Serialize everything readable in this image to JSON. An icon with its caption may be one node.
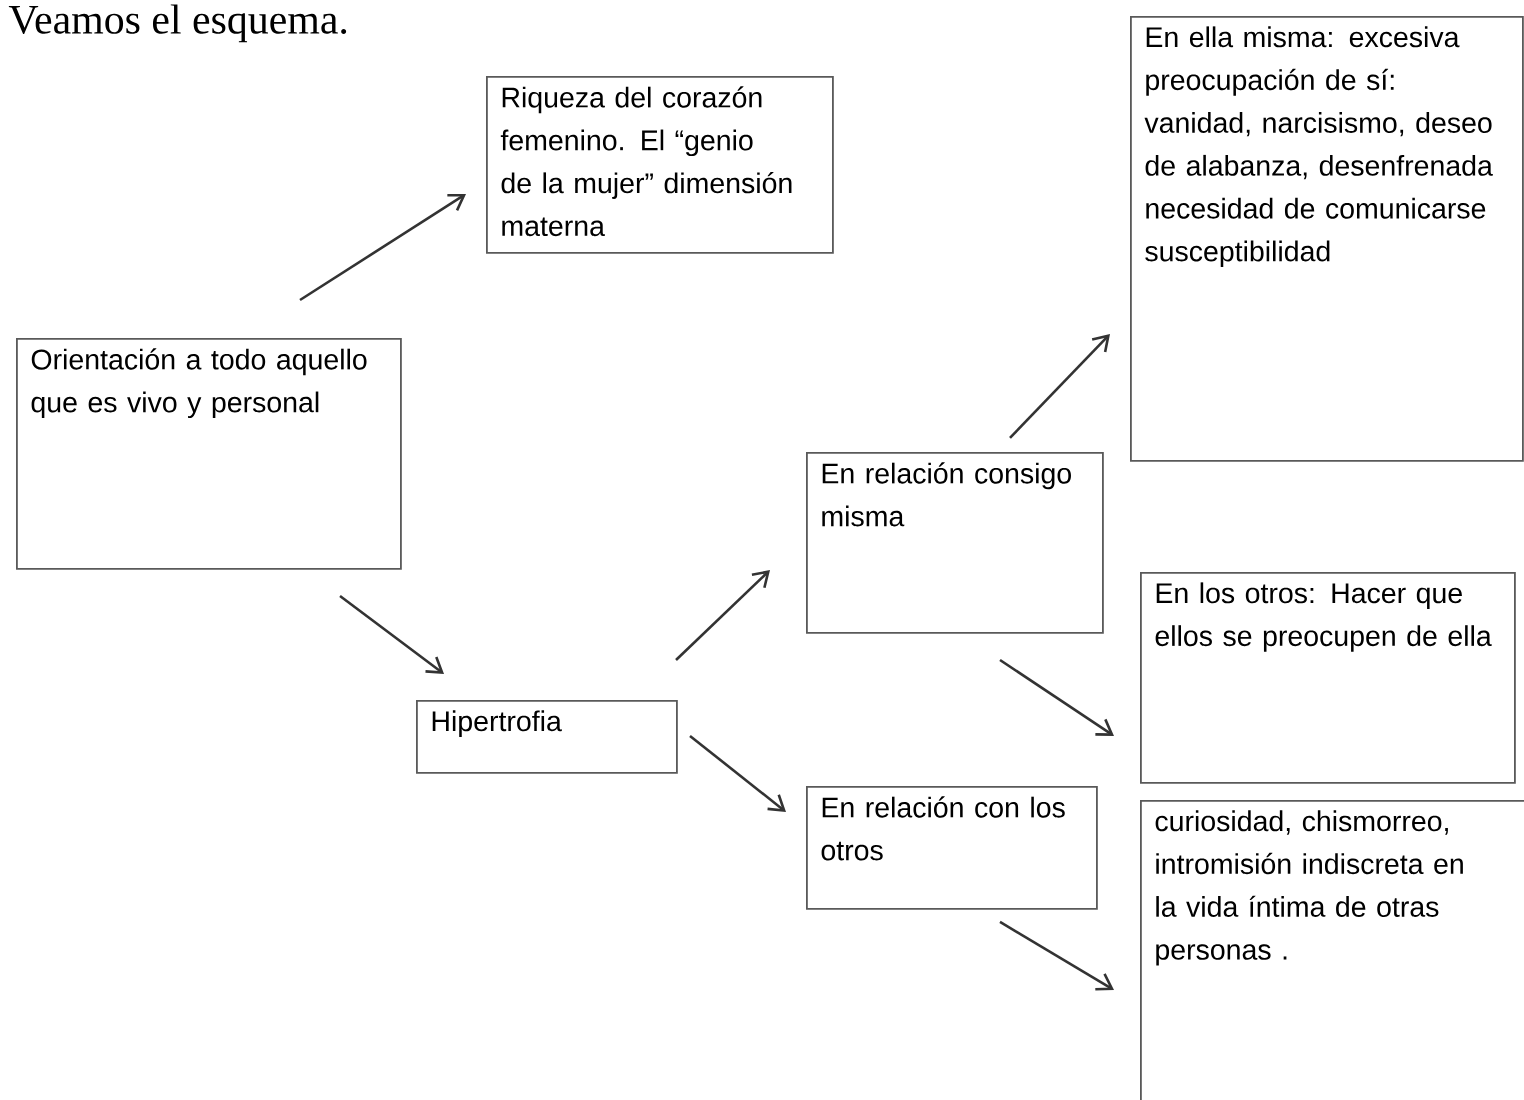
{
  "diagram": {
    "title": "Veamos el esquema.",
    "nodes": [
      {
        "text": [
          "Riqueza del corazón femenino. El “genio de la mujer” dimensión materna"
        ]
      },
      {
        "text": [
          "Orientación a todo aquello que es vivo y personal"
        ]
      },
      {
        "text": [
          "Hipertrofia"
        ]
      },
      {
        "text": [
          "En relación consigo misma"
        ]
      },
      {
        "text": [
          "En ella misma: excesiva preocupación de sí: vanidad, narcisismo, deseo de alabanza, desenfrenada necesidad de comunicarse susceptibilidad"
        ]
      },
      {
        "text": [
          "En relación con los otros"
        ]
      },
      {
        "text": [
          "En los otros: Hacer que ellos se preocupen de ella"
        ]
      },
      {
        "text": [
          "curiosidad, chismorreo, intromisión indiscreta en la vida íntima de otras personas ."
        ]
      }
    ],
    "edges": [
      {
        "from": 1,
        "to": 0,
        "arrow": "to"
      },
      {
        "from": 1,
        "to": 2,
        "arrow": "to"
      },
      {
        "from": 2,
        "to": 3,
        "arrow": "to"
      },
      {
        "from": 2,
        "to": 5,
        "arrow": "to"
      },
      {
        "from": 3,
        "to": 4,
        "arrow": "to"
      },
      {
        "from": 3,
        "to": 6,
        "arrow": "to"
      },
      {
        "from": 5,
        "to": 7,
        "arrow": "to"
      }
    ]
  }
}
